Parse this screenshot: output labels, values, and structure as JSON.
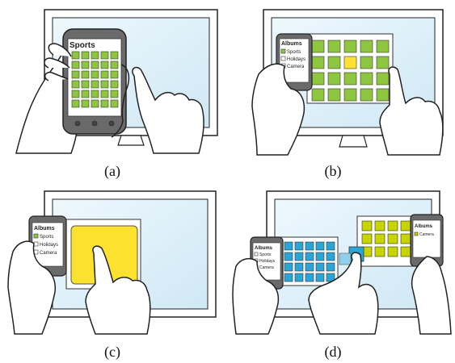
{
  "figure": {
    "panels": [
      {
        "caption": "(a)",
        "phone": {
          "title": "Sports",
          "items": []
        },
        "grid_color": "#8fc63f"
      },
      {
        "caption": "(b)",
        "phone": {
          "title": "Albums",
          "items": [
            "Sports",
            "Holidays",
            "Camera"
          ],
          "checked": [
            true,
            false,
            false
          ]
        },
        "grid_color": "#8fc63f",
        "highlight_color": "#ffe033"
      },
      {
        "caption": "(c)",
        "phone": {
          "title": "Albums",
          "items": [
            "Sports",
            "Holidays",
            "Camera"
          ],
          "checked": [
            true,
            false,
            false
          ]
        },
        "large_photo_color": "#fce22e"
      },
      {
        "caption": "(d)",
        "phone_left": {
          "title": "Albums",
          "items": [
            "Sports",
            "Holidays",
            "Camera"
          ],
          "checked": [
            false,
            false,
            true
          ]
        },
        "phone_right": {
          "title": "Albums",
          "items": [
            "Camera"
          ],
          "checked": [
            true
          ]
        },
        "grid_color": "#2aa6d6",
        "right_grid_color": "#c8d400"
      }
    ],
    "colors": {
      "monitor_bezel": "#ffffff",
      "monitor_screen": "#d8edf8",
      "outline": "#222222",
      "phone_body": "#666666",
      "phone_screen": "#ffffff"
    }
  }
}
